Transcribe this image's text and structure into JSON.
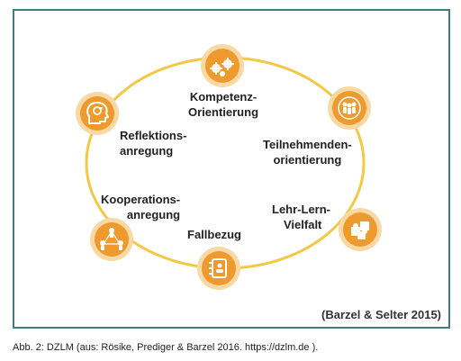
{
  "colors": {
    "frame": "#3d7d86",
    "ring": "#f3c845",
    "node_outer": "#f8d9a6",
    "node_inner": "#ef9a2e",
    "icon": "#ffffff"
  },
  "nodes": [
    {
      "id": "kompetenz",
      "icon": "gears-icon",
      "line1": "Kompetenz-",
      "line2": "Orientierung"
    },
    {
      "id": "teilnehmenden",
      "icon": "people-group-icon",
      "line1": "Teilnehmenden-",
      "line2": "orientierung"
    },
    {
      "id": "lehr-lern",
      "icon": "puzzle-icon",
      "line1": "Lehr-Lern-",
      "line2": "Vielfalt"
    },
    {
      "id": "fallbezug",
      "icon": "notebook-icon",
      "line1": "Fallbezug"
    },
    {
      "id": "kooperation",
      "icon": "network-people-icon",
      "line1": "Kooperations-",
      "line2": "anregung"
    },
    {
      "id": "reflektion",
      "icon": "head-reflection-icon",
      "line1": "Reflektions-",
      "line2": "anregung"
    }
  ],
  "credit": "(Barzel & Selter 2015)",
  "caption": "Abb. 2: DZLM (aus: Rösike, Prediger & Barzel 2016. https://dzlm.de )."
}
